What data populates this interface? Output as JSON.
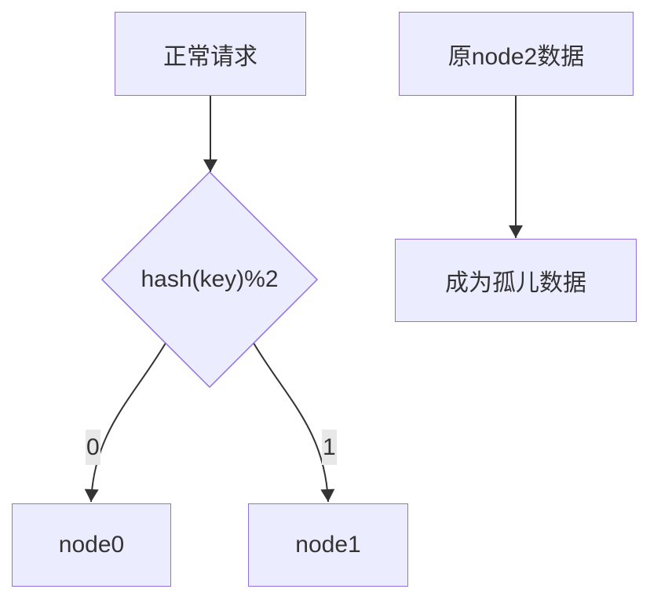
{
  "diagram": {
    "type": "flowchart",
    "direction": "top-down",
    "nodes": {
      "normal_request": {
        "label": "正常请求",
        "shape": "rectangle"
      },
      "hash_decision": {
        "label": "hash(key)%2",
        "shape": "diamond"
      },
      "node0": {
        "label": "node0",
        "shape": "rectangle"
      },
      "node1": {
        "label": "node1",
        "shape": "rectangle"
      },
      "old_node2_data": {
        "label": "原node2数据",
        "shape": "rectangle"
      },
      "orphan_data": {
        "label": "成为孤儿数据",
        "shape": "rectangle"
      }
    },
    "edges": [
      {
        "from": "正常请求",
        "to": "hash(key)%2",
        "label": ""
      },
      {
        "from": "hash(key)%2",
        "to": "node0",
        "label": "0"
      },
      {
        "from": "hash(key)%2",
        "to": "node1",
        "label": "1"
      },
      {
        "from": "原node2数据",
        "to": "成为孤儿数据",
        "label": ""
      }
    ],
    "colors": {
      "node_fill": "#ECECFF",
      "node_border": "#9370DB",
      "edge_stroke": "#333333",
      "text": "#333333",
      "edge_label_background": "#e8e8e8",
      "canvas_background": "#ffffff"
    }
  }
}
